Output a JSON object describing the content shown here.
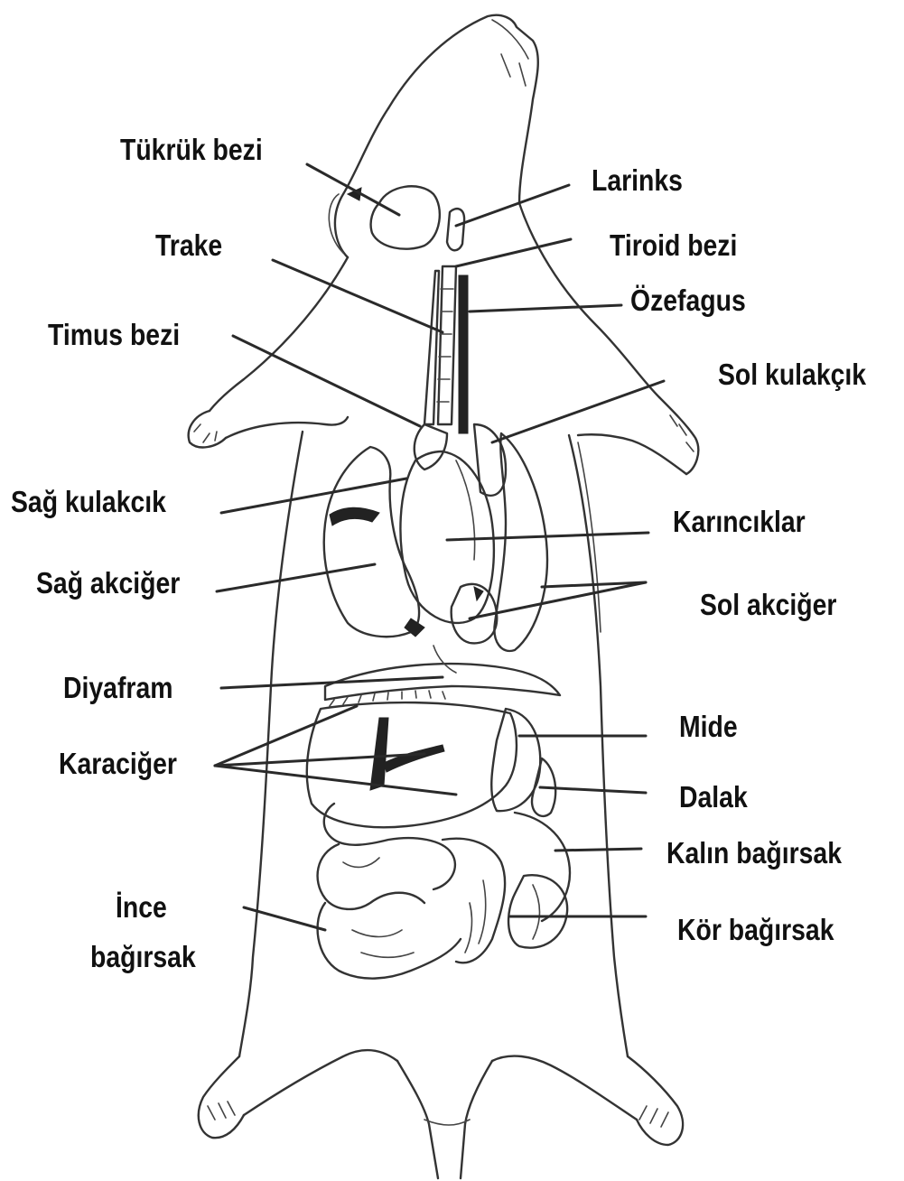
{
  "labels": {
    "tukruk_bezi": "Tükrük bezi",
    "larinks": "Larinks",
    "trake": "Trake",
    "tiroid_bezi": "Tiroid bezi",
    "ozefagus": "Özefagus",
    "timus_bezi": "Timus bezi",
    "sol_kulakcik": "Sol kulakçık",
    "sag_kulakcik": "Sağ kulakcık",
    "karinciklar": "Karıncıklar",
    "sag_akciger": "Sağ akciğer",
    "sol_akciger": "Sol akciğer",
    "diyafram": "Diyafram",
    "mide": "Mide",
    "karaciger": "Karaciğer",
    "dalak": "Dalak",
    "kalin_bagirsak": "Kalın bağırsak",
    "ince_bagirsak_line1": "İnce",
    "ince_bagirsak_line2": "bağırsak",
    "kor_bagirsak": "Kör bağırsak"
  },
  "colors": {
    "ink": "#333333",
    "text": "#111111",
    "background": "#ffffff"
  }
}
